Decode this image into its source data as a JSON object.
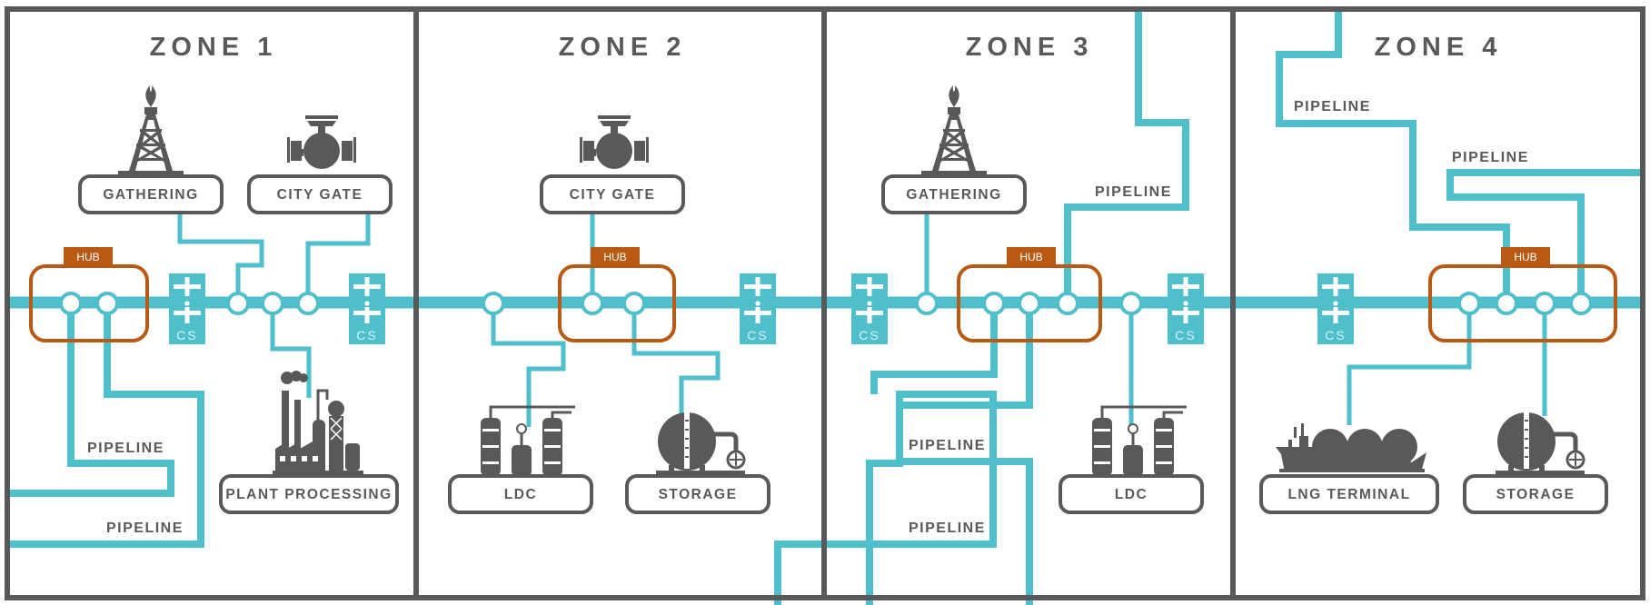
{
  "zones": [
    {
      "title": "ZONE 1"
    },
    {
      "title": "ZONE 2"
    },
    {
      "title": "ZONE 3"
    },
    {
      "title": "ZONE 4"
    }
  ],
  "hub_label": "HUB",
  "compressor_label": "CS",
  "pipeline_label": "PIPELINE",
  "facilities": {
    "gathering": "GATHERING",
    "city_gate": "CITY GATE",
    "plant_processing": "PLANT PROCESSING",
    "ldc": "LDC",
    "storage": "STORAGE",
    "lng_terminal": "LNG TERMINAL"
  },
  "colors": {
    "pipe": "#4fbfcc",
    "hub": "#b85a14",
    "frame": "#58595b",
    "icon": "#58595b"
  },
  "icons": [
    "oil-derrick",
    "valve",
    "processing-plant",
    "ldc-tanks",
    "storage-tank",
    "lng-ship"
  ]
}
